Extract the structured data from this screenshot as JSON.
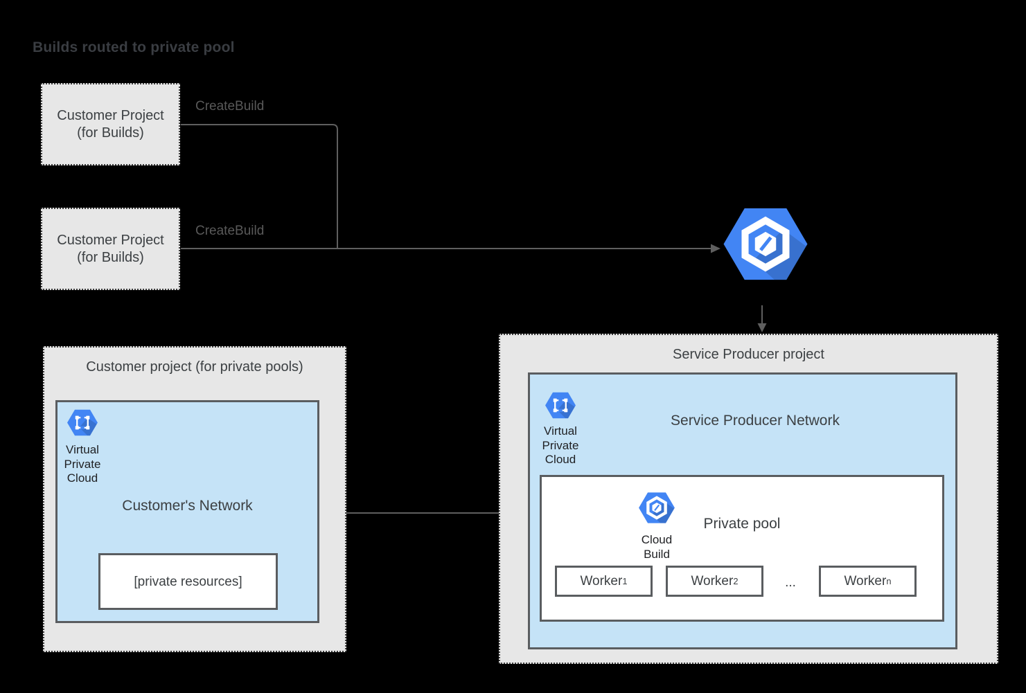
{
  "title": "Builds routed to private pool",
  "colors": {
    "background": "#000000",
    "container_fill": "#E7E7E7",
    "network_fill": "#C5E3F7",
    "box_border": "#5A5D60",
    "dotted_border": "#3C3C3C",
    "connector": "#5F5F5F",
    "icon_blue": "#4285F4",
    "text_primary": "#3C4043",
    "text_secondary": "#595959"
  },
  "icons": {
    "cloud_build": "cloud-build-icon",
    "vpc": "virtual-private-cloud-icon"
  },
  "build_projects": [
    {
      "line1": "Customer Project",
      "line2": "(for Builds)",
      "arrow_label": "CreateBuild"
    },
    {
      "line1": "Customer Project",
      "line2": "(for Builds)",
      "arrow_label": "CreateBuild"
    }
  ],
  "service_producer": {
    "title": "Service Producer project",
    "network": {
      "vpc_label": "Virtual Private Cloud",
      "label": "Service Producer Network",
      "private_pool": {
        "icon_label": "Cloud Build",
        "label": "Private pool",
        "workers": [
          {
            "base": "Worker",
            "sub": "1"
          },
          {
            "base": "Worker",
            "sub": "2"
          },
          {
            "base": "Worker",
            "sub": "n"
          }
        ],
        "ellipsis": "..."
      }
    }
  },
  "customer_project": {
    "title": "Customer project (for private pools)",
    "network": {
      "vpc_label": "Virtual Private Cloud",
      "label": "Customer's Network",
      "private_resources_label": "[private resources]"
    }
  }
}
